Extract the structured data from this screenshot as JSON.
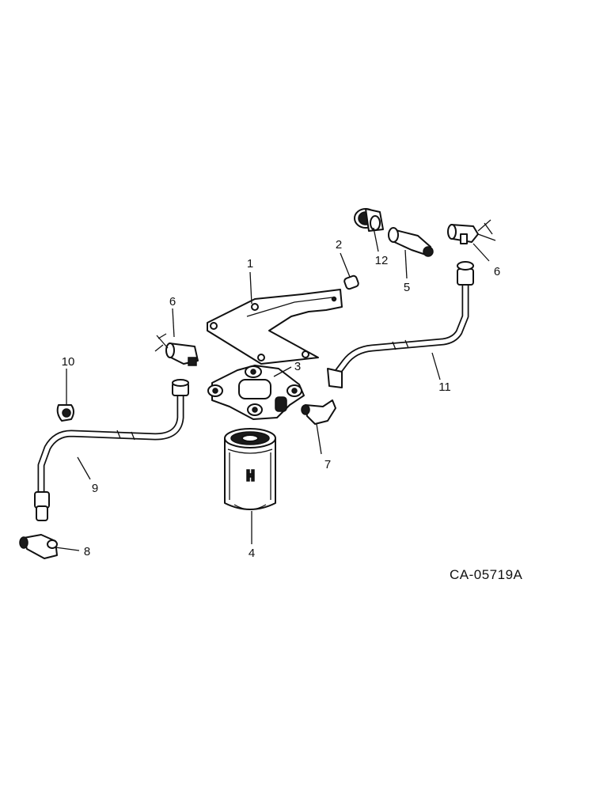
{
  "figure_ref": "CA-05719A",
  "callouts": {
    "c1": "1",
    "c2": "2",
    "c3": "3",
    "c4": "4",
    "c5": "5",
    "c6a": "6",
    "c6b": "6",
    "c7": "7",
    "c8": "8",
    "c9": "9",
    "c10": "10",
    "c11": "11",
    "c12": "12"
  }
}
